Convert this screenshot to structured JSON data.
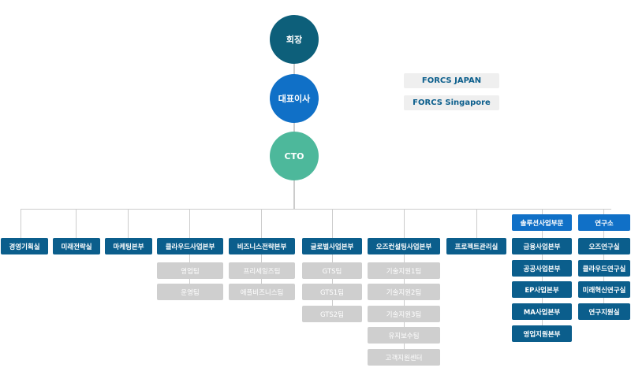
{
  "top": {
    "chairman": "회장",
    "ceo": "대표이사",
    "cto": "CTO"
  },
  "affiliates": [
    "FORCS JAPAN",
    "FORCS Singapore"
  ],
  "colors": {
    "chairman": "#0d5f7a",
    "ceo": "#1070c7",
    "cto": "#4db89b",
    "dept": "#0b5e8c",
    "highlight": "#1070c7",
    "team": "#cfcfcf"
  },
  "departments": [
    {
      "label": "경영기획실",
      "teams": []
    },
    {
      "label": "미래전략실",
      "teams": []
    },
    {
      "label": "마케팅본부",
      "teams": []
    },
    {
      "label": "클라우드사업본부",
      "teams": [
        "영업팀",
        "운영팀"
      ]
    },
    {
      "label": "비즈니스전략본부",
      "teams": [
        "프리세일즈팀",
        "애플비즈니스팀"
      ]
    },
    {
      "label": "글로벌사업본부",
      "teams": [
        "GTS팀",
        "GTS1팀",
        "GTS2팀"
      ]
    },
    {
      "label": "오즈컨설팅사업본부",
      "teams": [
        "기술지원1팀",
        "기술지원2팀",
        "기술지원3팀",
        "유지보수팀",
        "고객지원센터"
      ]
    },
    {
      "label": "프로젝트관리실",
      "teams": []
    },
    {
      "label": "솔루션사업부문",
      "teams": [
        "금융사업본부",
        "공공사업본부",
        "EP사업본부",
        "MA사업본부",
        "영업지원본부"
      ]
    },
    {
      "label": "연구소",
      "teams": [
        "오즈연구실",
        "클라우드연구실",
        "미래혁신연구실",
        "연구지원실"
      ]
    }
  ]
}
